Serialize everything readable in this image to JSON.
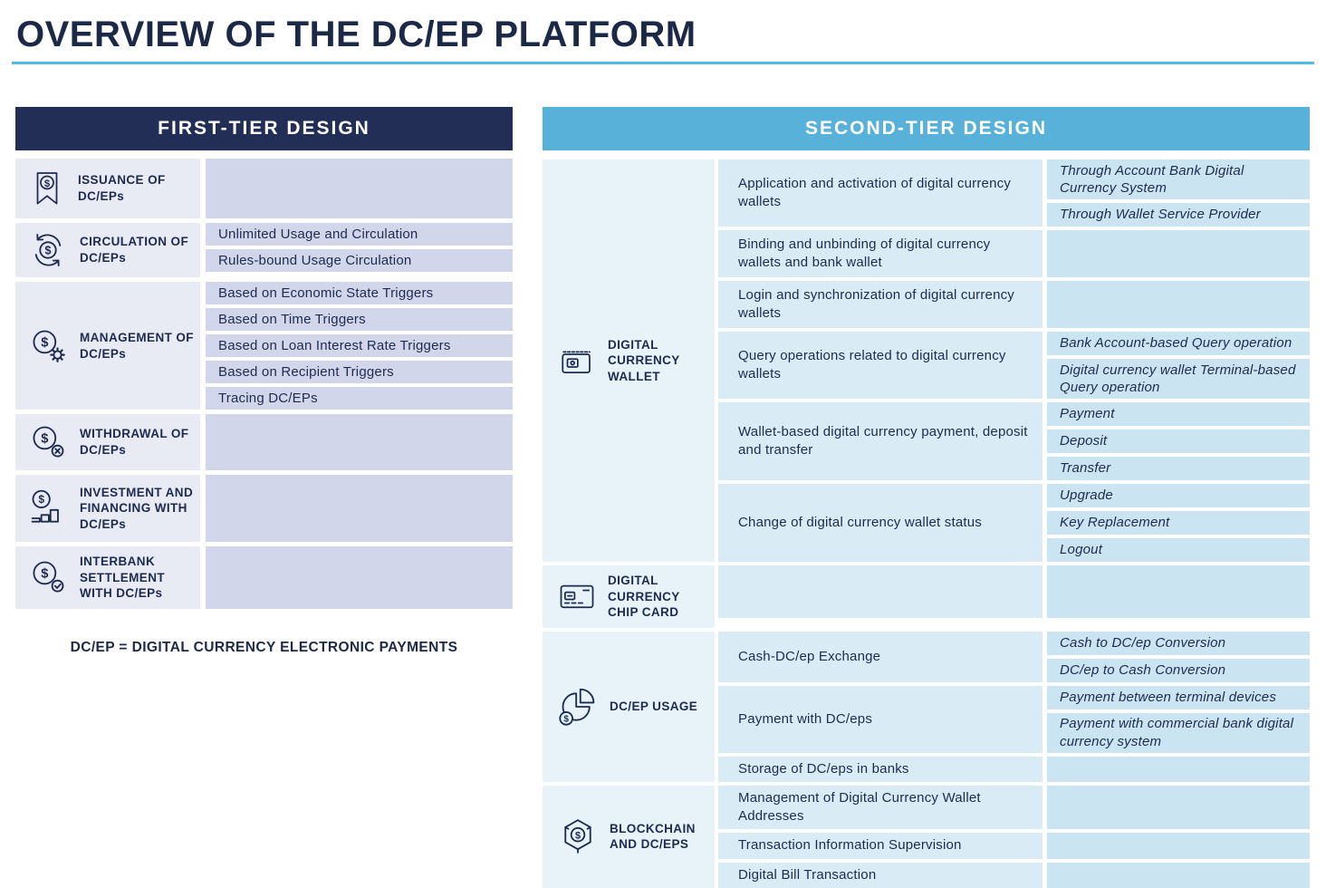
{
  "title": "OVERVIEW OF THE DC/EP PLATFORM",
  "footnote": "DC/EP = DIGITAL CURRENCY ELECTRONIC PAYMENTS",
  "colors": {
    "navy_text": "#1d2b4f",
    "first_tier_header_bg": "#222e55",
    "second_tier_header_bg": "#57b1d8",
    "title_underline": "#4fbae2",
    "left_label_cell_bg": "#e8eaf4",
    "left_data_cell_bg": "#d2d6ea",
    "right_label_cell_bg": "#e7f2f9",
    "right_feature_cell_bg": "#d9ecf6",
    "right_sub_cell_bg": "#cbe4f1"
  },
  "first_tier": {
    "header": "FIRST-TIER DESIGN",
    "rows": [
      {
        "icon": "issuance-icon",
        "label": "ISSUANCE OF DC/EPs",
        "items": []
      },
      {
        "icon": "circulation-icon",
        "label": "CIRCULATION OF DC/EPs",
        "items": [
          "Unlimited Usage and Circulation",
          "Rules-bound Usage Circulation"
        ]
      },
      {
        "icon": "management-icon",
        "label": "MANAGEMENT OF DC/EPs",
        "items": [
          "Based on Economic State Triggers",
          "Based on Time Triggers",
          "Based on Loan Interest Rate Triggers",
          "Based on Recipient Triggers",
          "Tracing DC/EPs"
        ]
      },
      {
        "icon": "withdrawal-icon",
        "label": "WITHDRAWAL OF DC/EPs",
        "items": []
      },
      {
        "icon": "investment-icon",
        "label": "INVESTMENT AND FINANCING WITH DC/EPs",
        "items": []
      },
      {
        "icon": "interbank-icon",
        "label": "INTERBANK SETTLEMENT WITH DC/EPs",
        "items": []
      }
    ]
  },
  "second_tier": {
    "header": "SECOND-TIER DESIGN",
    "sections": [
      {
        "icon": "wallet-icon",
        "label": "DIGITAL CURRENCY WALLET",
        "features": [
          {
            "text": "Application and activation of digital currency wallets",
            "subs": [
              "Through Account Bank Digital Currency System",
              "Through Wallet Service Provider"
            ]
          },
          {
            "text": "Binding and unbinding of digital currency wallets and bank wallet",
            "subs": []
          },
          {
            "text": "Login and synchronization of digital currency wallets",
            "subs": []
          },
          {
            "text": "Query operations related to digital currency wallets",
            "subs": [
              "Bank Account-based Query operation",
              "Digital currency wallet Terminal-based Query operation"
            ]
          },
          {
            "text": "Wallet-based digital currency payment, deposit and transfer",
            "subs": [
              "Payment",
              "Deposit",
              "Transfer"
            ]
          },
          {
            "text": "Change of digital currency wallet status",
            "subs": [
              "Upgrade",
              "Key Replacement",
              "Logout"
            ]
          }
        ]
      },
      {
        "icon": "chip-card-icon",
        "label": "DIGITAL CURRENCY CHIP CARD",
        "features": [
          {
            "text": "",
            "subs": []
          }
        ]
      },
      {
        "icon": "dcep-usage-icon",
        "label": "DC/EP USAGE",
        "features": [
          {
            "text": "Cash-DC/ep Exchange",
            "subs": [
              "Cash to DC/ep Conversion",
              "DC/ep to Cash Conversion"
            ]
          },
          {
            "text": "Payment with DC/eps",
            "subs": [
              "Payment between terminal devices",
              "Payment with commercial bank digital currency system"
            ]
          },
          {
            "text": "Storage of DC/eps in banks",
            "subs": []
          }
        ]
      },
      {
        "icon": "blockchain-icon",
        "label": "BLOCKCHAIN AND DC/EPS",
        "features": [
          {
            "text": "Management of Digital Currency Wallet Addresses",
            "subs": []
          },
          {
            "text": "Transaction Information Supervision",
            "subs": []
          },
          {
            "text": "Digital Bill Transaction",
            "subs": []
          }
        ]
      }
    ]
  }
}
